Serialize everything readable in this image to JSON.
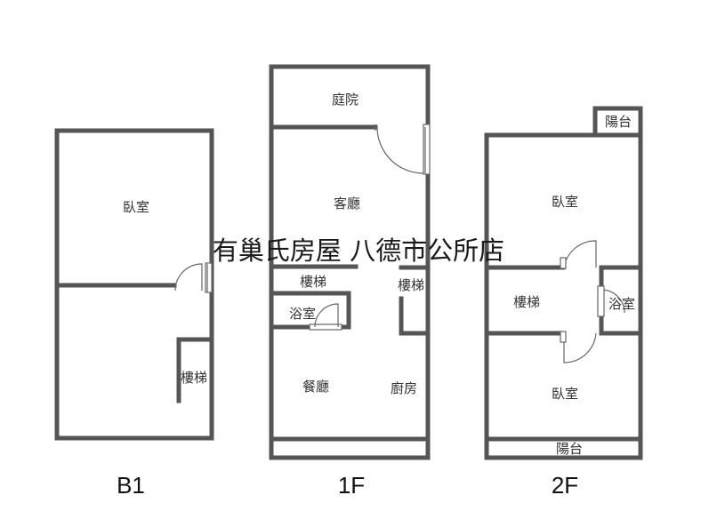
{
  "floors": {
    "b1": {
      "label": "B1",
      "rooms": {
        "bedroom": "臥室",
        "stairs": "樓梯"
      }
    },
    "f1": {
      "label": "1F",
      "rooms": {
        "courtyard": "庭院",
        "living": "客廳",
        "stairs_left": "樓梯",
        "stairs_right": "樓梯",
        "bathroom": "浴室",
        "dining": "餐廳",
        "kitchen": "廚房"
      }
    },
    "f2": {
      "label": "2F",
      "rooms": {
        "balcony_top": "陽台",
        "bedroom_top": "臥室",
        "stairs": "樓梯",
        "bathroom": "浴室",
        "bedroom_bottom": "臥室",
        "balcony_bottom": "陽台"
      }
    }
  },
  "watermark": "有巢氏房屋 八德市公所店"
}
